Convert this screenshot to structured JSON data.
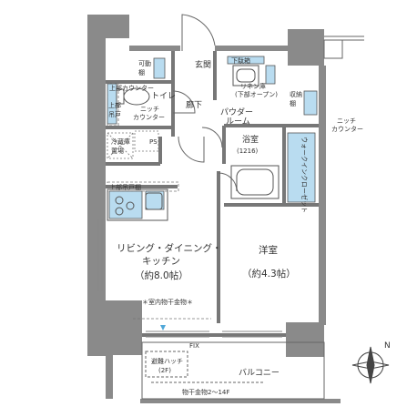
{
  "labels": {
    "ldk": "リビング・ダイニング・\nキッチン",
    "ldk_area": "（約8.0帖）",
    "cabinet_note": "＊室内物干金物＊",
    "yoshitsu": "洋室",
    "yoshitsu_area": "（約4.3帖）",
    "genkan": "玄関",
    "rouka": "廊下",
    "toilet": "トイレ",
    "powder_room": "パウダー\nルーム",
    "bath": "浴室\n(1216)",
    "shuno_left": "可動\n棚",
    "shoes_box": "下駄箱",
    "linen": "リネン庫\n(下部オープン)",
    "shuno_right": "収納\n棚",
    "upper_counter": "上部カウンター",
    "jobu_toda": "上部吊戸棚",
    "niche_counter_left": "ニッチ\nカウンター",
    "niche_counter_right": "ニッチ\nカウンター",
    "ps": "PS",
    "reizoko": "冷蔵庫\n置場",
    "jobu_toda_kitchen": "上部吊戸棚",
    "wic": "ウォークインクローゼット",
    "balcony": "バルコニー",
    "outdoor_unit": "避難ハッチ\n(2F)",
    "balcony_note": "物干金物2～14F",
    "fix": "FIX",
    "compass": "N"
  },
  "colors": {
    "wall": "#8a8a8a",
    "column": "#7d7d7d",
    "fixture_blue": "#b9dcf0",
    "line": "#555555",
    "floor": "#ffffff"
  }
}
